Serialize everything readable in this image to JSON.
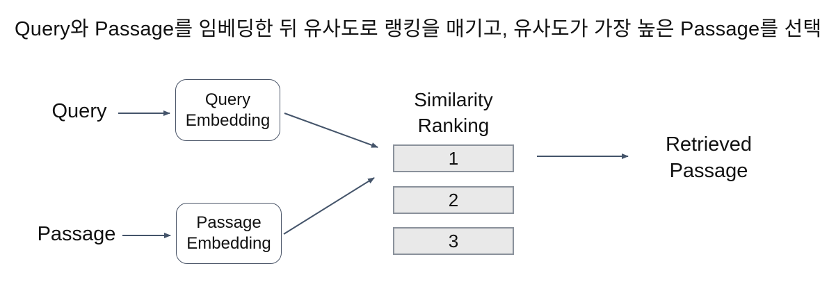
{
  "title": "Query와 Passage를 임베딩한 뒤 유사도로 랭킹을 매기고, 유사도가 가장 높은 Passage를 선택함",
  "diagram": {
    "inputs": {
      "query_label": "Query",
      "passage_label": "Passage"
    },
    "boxes": {
      "query_embedding": "Query\nEmbedding",
      "passage_embedding": "Passage\nEmbedding"
    },
    "ranking": {
      "title": "Similarity\nRanking",
      "items": [
        "1",
        "2",
        "3"
      ]
    },
    "output": {
      "retrieved_passage": "Retrieved\nPassage"
    }
  },
  "colors": {
    "arrow": "#44546A",
    "embed-box-border": "#4A5568",
    "rank-box-fill": "#E9E9E9",
    "rank-box-border": "#8A919B",
    "text": "#111111",
    "background": "#FFFFFF"
  }
}
